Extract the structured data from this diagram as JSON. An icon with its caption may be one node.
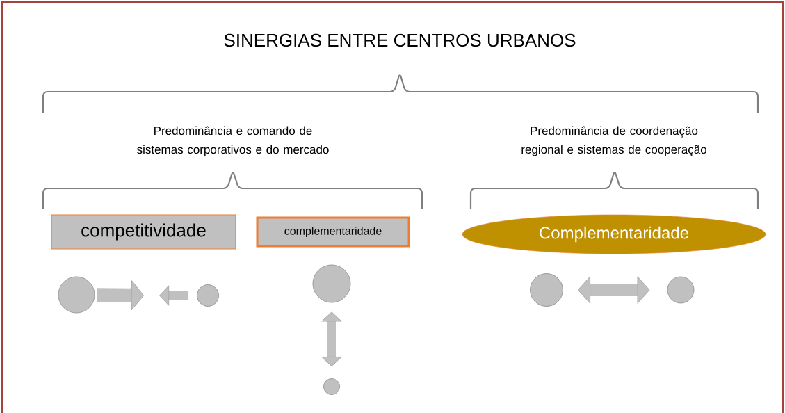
{
  "diagram": {
    "title": "SINERGIAS ENTRE CENTROS URBANOS",
    "nodes": [
      {
        "text": [
          "competitividade"
        ]
      },
      {
        "text": [
          "complementaridade"
        ]
      },
      {
        "text": [
          "Complementaridade"
        ]
      },
      {
        "text": [],
        "shape": "circle"
      },
      {
        "text": [],
        "shape": "circle"
      },
      {
        "text": [],
        "shape": "circle"
      },
      {
        "text": [],
        "shape": "circle"
      },
      {
        "text": [],
        "shape": "circle"
      },
      {
        "text": [],
        "shape": "circle"
      }
    ],
    "edges": [
      {
        "from": 3,
        "to": null,
        "arrow": "to"
      },
      {
        "from": 4,
        "to": null,
        "arrow": "to"
      },
      {
        "from": 5,
        "to": 6,
        "arrow": "both"
      },
      {
        "from": 7,
        "to": 8,
        "arrow": "both"
      }
    ],
    "labels": [
      "Predominância e comando de sistemas corporativos e do mercado",
      "Predominância de coordenação regional e sistemas de cooperação"
    ]
  }
}
